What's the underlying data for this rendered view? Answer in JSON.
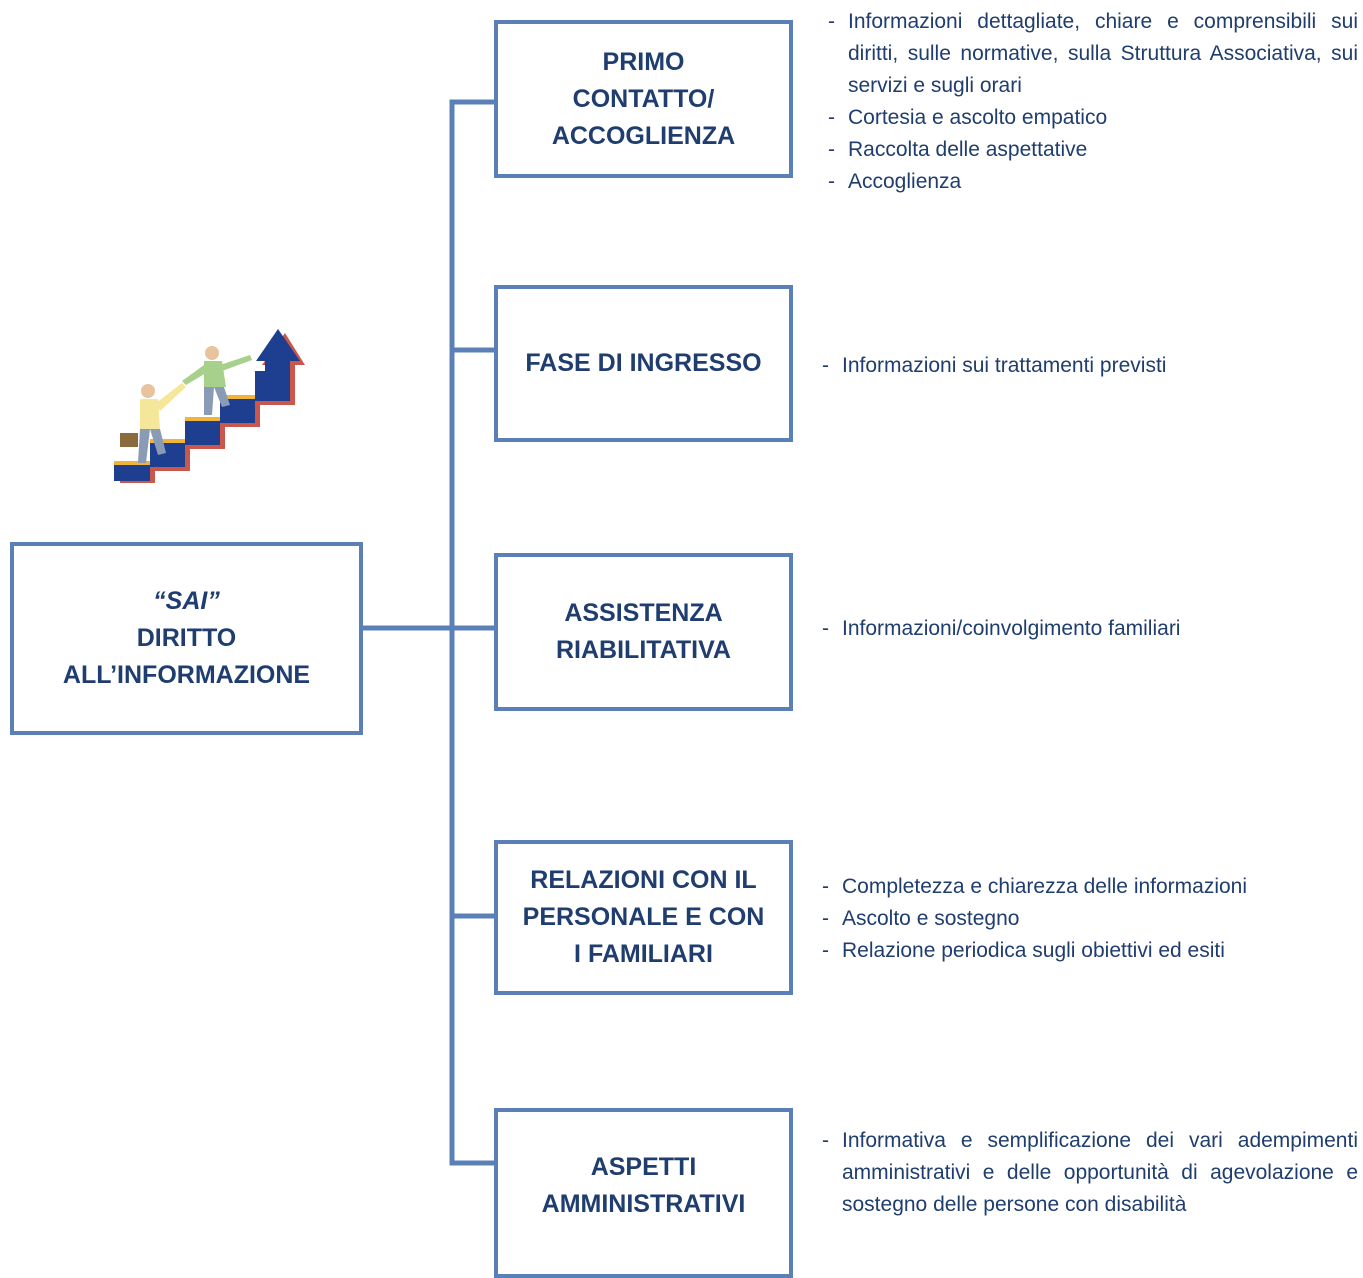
{
  "root": {
    "quote_line": "“SAI”",
    "line1": "DIRITTO",
    "line2": "ALL’INFORMAZIONE"
  },
  "branches": [
    {
      "title_lines": [
        "PRIMO",
        "CONTATTO/",
        "ACCOGLIENZA"
      ],
      "items": [
        "Informazioni dettagliate, chiare e comprensibili sui diritti, sulle normative, sulla Struttura Associativa, sui servizi e sugli orari",
        "Cortesia e ascolto empatico",
        "Raccolta delle aspettative",
        "Accoglienza"
      ]
    },
    {
      "title_lines": [
        "FASE DI INGRESSO"
      ],
      "items": [
        "Informazioni sui trattamenti previsti"
      ]
    },
    {
      "title_lines": [
        "ASSISTENZA",
        "RIABILITATIVA"
      ],
      "items": [
        "Informazioni/coinvolgimento familiari"
      ]
    },
    {
      "title_lines": [
        "RELAZIONI CON IL",
        "PERSONALE E CON",
        "I FAMILIARI"
      ],
      "items": [
        "Completezza e chiarezza delle informazioni",
        "Ascolto e sostegno",
        "Relazione periodica sugli obiettivi ed esiti"
      ]
    },
    {
      "title_lines": [
        "ASPETTI",
        "AMMINISTRATIVI"
      ],
      "items": [
        "Informativa e semplificazione dei vari adempimenti amministrativi e delle opportunità di agevolazione e sostegno delle persone con disabilità"
      ]
    }
  ],
  "colors": {
    "box_border": "#5b80b8",
    "connector": "#5b80b8",
    "text": "#1f3d6e"
  },
  "illustration": "people-climbing-stairs-arrow-icon"
}
